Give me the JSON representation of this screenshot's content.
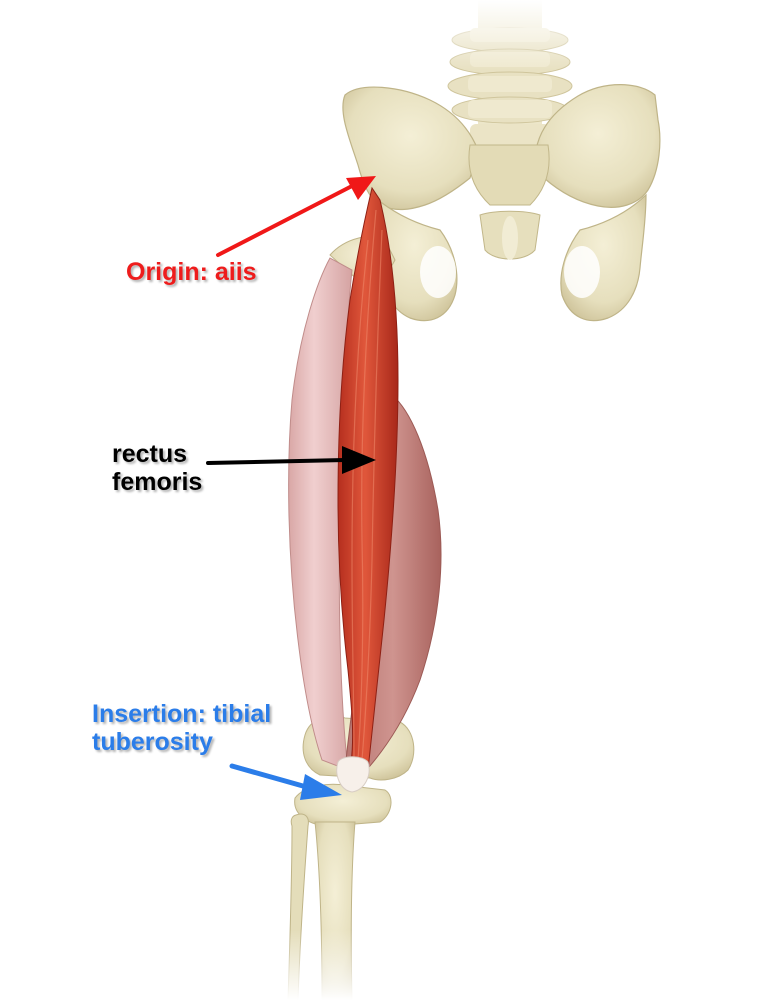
{
  "labels": {
    "origin": {
      "text": "Origin: aiis",
      "color": "#ee1c1c"
    },
    "muscle": {
      "line1": "rectus",
      "line2": "femoris",
      "color": "#000000"
    },
    "insertion": {
      "line1": "Insertion: tibial",
      "line2": "tuberosity",
      "color": "#2b7de9"
    }
  },
  "colors": {
    "bone": "#e9e3c4",
    "bone_shadow": "#c9bf95",
    "rectus_femoris": "#c8452e",
    "vastus": "#e5bcbc",
    "vastus_shadow": "#c79693",
    "tendon": "#f6efe9",
    "arrow_origin": "#f01818",
    "arrow_muscle": "#000000",
    "arrow_insertion": "#2b7de9"
  },
  "icons": [
    "pelvis-illustration",
    "femur-illustration",
    "tibia-illustration",
    "arrow-icon"
  ]
}
